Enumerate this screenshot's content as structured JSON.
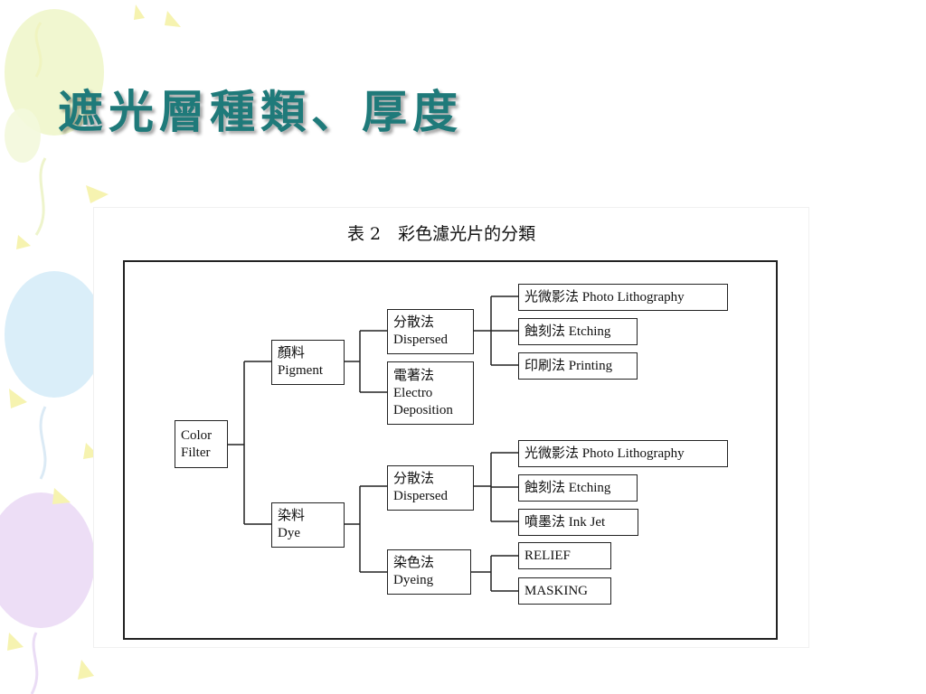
{
  "slide": {
    "title": "遮光層種類、厚度"
  },
  "table": {
    "caption": "表 2　彩色濾光片的分類"
  },
  "diagram": {
    "root": [
      "Color",
      "Filter"
    ],
    "pigment": [
      "顏料",
      "Pigment"
    ],
    "dye": [
      "染料",
      "Dye"
    ],
    "pigment_dispersed": [
      "分散法",
      "Dispersed"
    ],
    "pigment_electro": [
      "電著法",
      "Electro",
      "Deposition"
    ],
    "dye_dispersed": [
      "分散法",
      "Dispersed"
    ],
    "dye_dyeing": [
      "染色法",
      "Dyeing"
    ],
    "p_photo": "光微影法 Photo Lithography",
    "p_etching": "蝕刻法 Etching",
    "p_printing": "印刷法 Printing",
    "d_photo": "光微影法 Photo Lithography",
    "d_etching": "蝕刻法 Etching",
    "d_inkjet": "噴墨法 Ink Jet",
    "relief": "RELIEF",
    "masking": "MASKING"
  },
  "colors": {
    "title": "#1f7a7a",
    "line": "#222222"
  }
}
